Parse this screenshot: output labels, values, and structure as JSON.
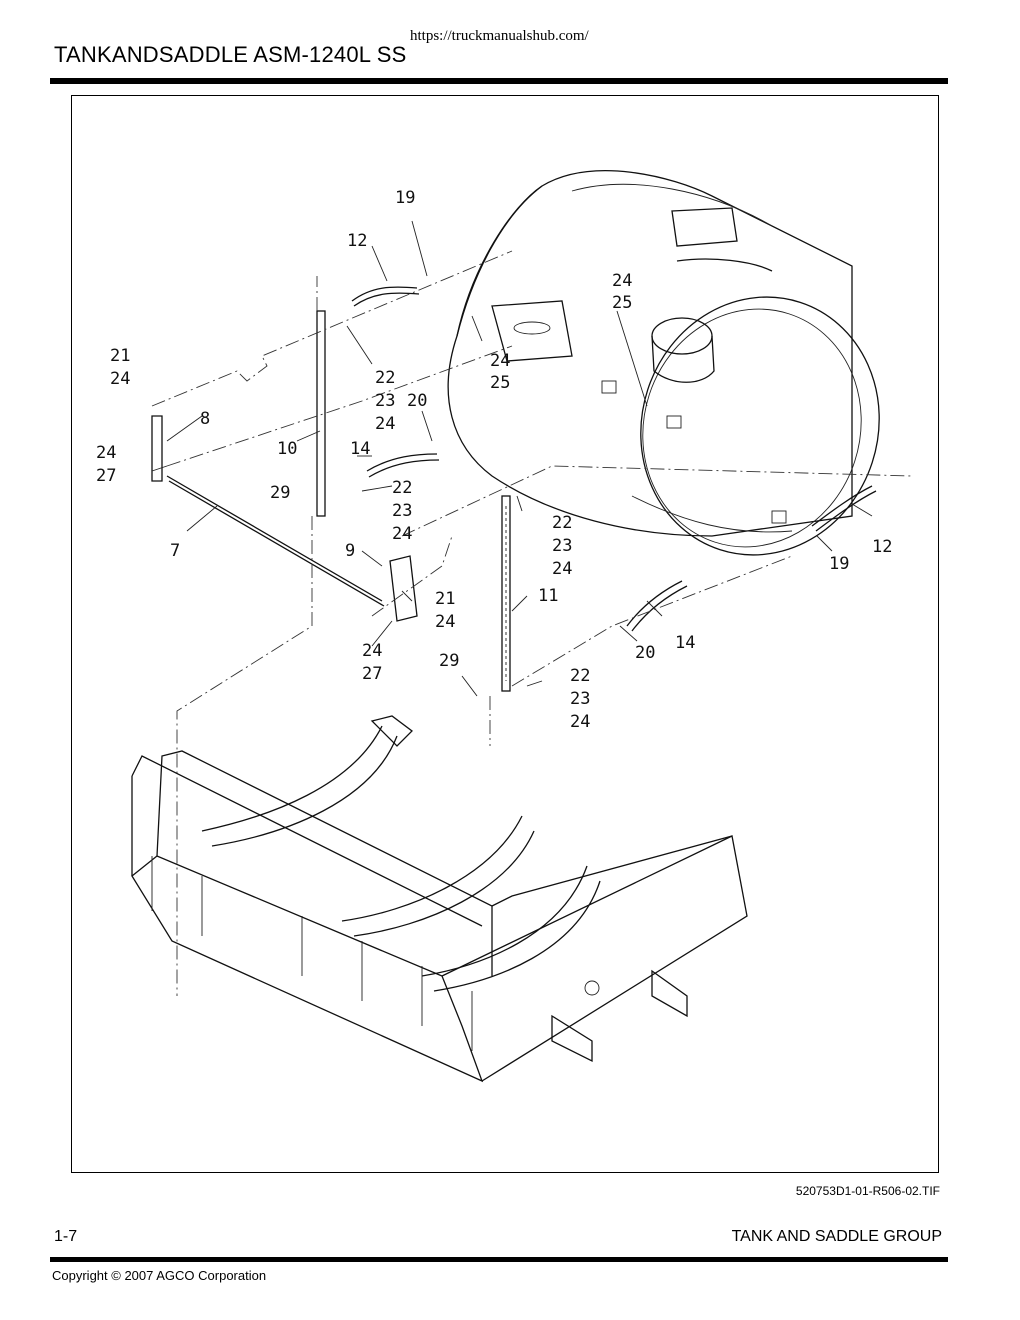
{
  "header": {
    "url": "https://truckmanualshub.com/",
    "title": "TANKANDSADDLE ASM-1240L SS"
  },
  "figure": {
    "file_id": "520753D1-01-R506-02.TIF",
    "callouts": [
      "19",
      "12",
      "24",
      "25",
      "21",
      "24",
      "8",
      "22",
      "23",
      "24",
      "20",
      "24",
      "25",
      "24",
      "27",
      "10",
      "14",
      "22",
      "23",
      "24",
      "29",
      "7",
      "9",
      "22",
      "23",
      "24",
      "21",
      "24",
      "11",
      "19",
      "12",
      "24",
      "27",
      "29",
      "20",
      "14",
      "22",
      "23",
      "24"
    ]
  },
  "footer": {
    "page": "1-7",
    "section": "TANK AND SADDLE GROUP",
    "copyright": "Copyright © 2007 AGCO Corporation"
  }
}
